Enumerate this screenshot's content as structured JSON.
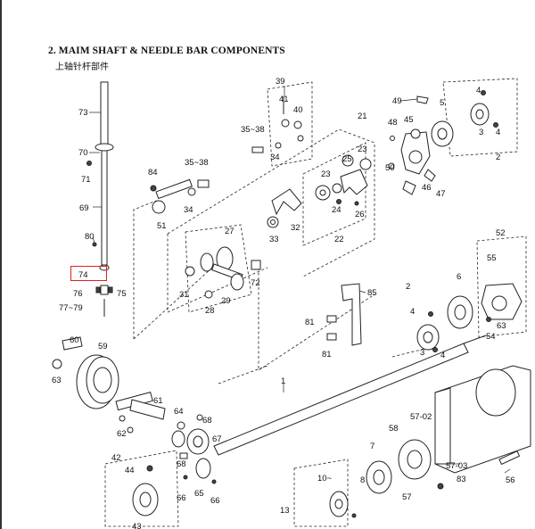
{
  "title": "2. MAIM SHAFT & NEEDLE BAR COMPONENTS",
  "subtitle": "上轴针杆部件",
  "highlight_color": "#e0201b",
  "highlighted_part": "74",
  "labels": [
    "73",
    "70",
    "71",
    "69",
    "80",
    "74",
    "76",
    "75",
    "77~79",
    "60",
    "59",
    "63",
    "39",
    "41",
    "40",
    "35~38",
    "34",
    "84",
    "35~38",
    "34",
    "51",
    "21",
    "23",
    "25",
    "23",
    "50",
    "24",
    "26",
    "22",
    "33",
    "32",
    "27",
    "31",
    "28",
    "29",
    "72",
    "48",
    "45",
    "49",
    "5",
    "4",
    "3",
    "4",
    "2",
    "46",
    "47",
    "52",
    "55",
    "6",
    "63",
    "54",
    "85",
    "81",
    "81",
    "2",
    "4",
    "3",
    "4",
    "1",
    "61",
    "62",
    "64",
    "68",
    "67",
    "68",
    "65",
    "66",
    "66",
    "42",
    "44",
    "43",
    "10~",
    "13",
    "58",
    "57-02",
    "57-03",
    "57",
    "7",
    "8",
    "83",
    "56"
  ]
}
